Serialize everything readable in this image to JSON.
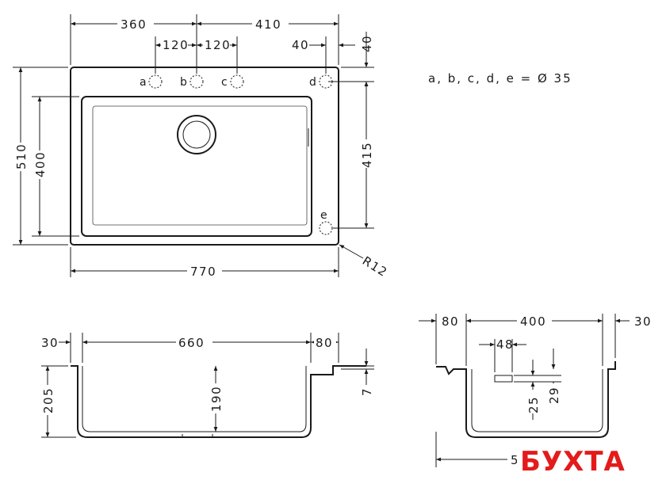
{
  "top_view": {
    "dims": {
      "w360": "360",
      "w410": "410",
      "w120a": "120",
      "w120b": "120",
      "w40h": "40",
      "w40v": "40",
      "h510": "510",
      "h400": "400",
      "h415": "415",
      "w770": "770",
      "r12": "R12"
    },
    "holes": {
      "a": "a",
      "b": "b",
      "c": "c",
      "d": "d",
      "e": "e"
    },
    "note": "a, b, c, d, e = Ø 35"
  },
  "section_view": {
    "dims": {
      "w30": "30",
      "w660": "660",
      "w80": "80",
      "h205": "205",
      "h190": "190",
      "h7": "7"
    }
  },
  "side_view": {
    "dims": {
      "w80": "80",
      "w400": "400",
      "w30": "30",
      "w48": "48",
      "h25": "25",
      "h29": "29",
      "w5": "5"
    }
  },
  "watermark": {
    "text": "БУХТА"
  },
  "colors": {
    "line": "#1a1a1a",
    "watermark": "#e31b1b"
  }
}
